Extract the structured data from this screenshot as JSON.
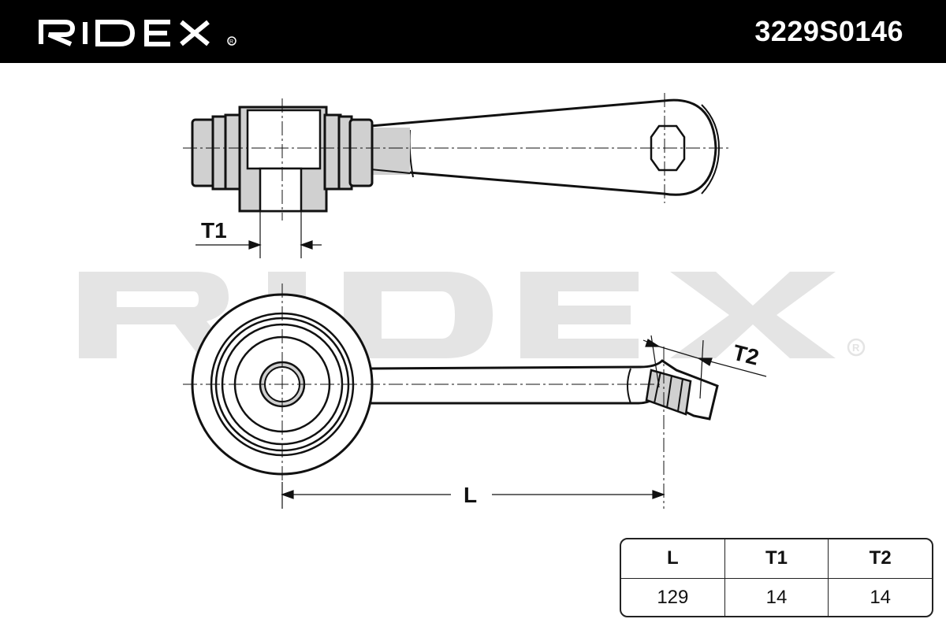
{
  "header": {
    "brand": "RIDEX",
    "part_number": "3229S0146"
  },
  "watermark": {
    "text": "RIDEX",
    "registered_mark": "®"
  },
  "dimensions": {
    "t1_label": "T1",
    "t2_label": "T2",
    "l_label": "L"
  },
  "spec_table": {
    "headers": [
      "L",
      "T1",
      "T2"
    ],
    "values": [
      "129",
      "14",
      "14"
    ]
  }
}
